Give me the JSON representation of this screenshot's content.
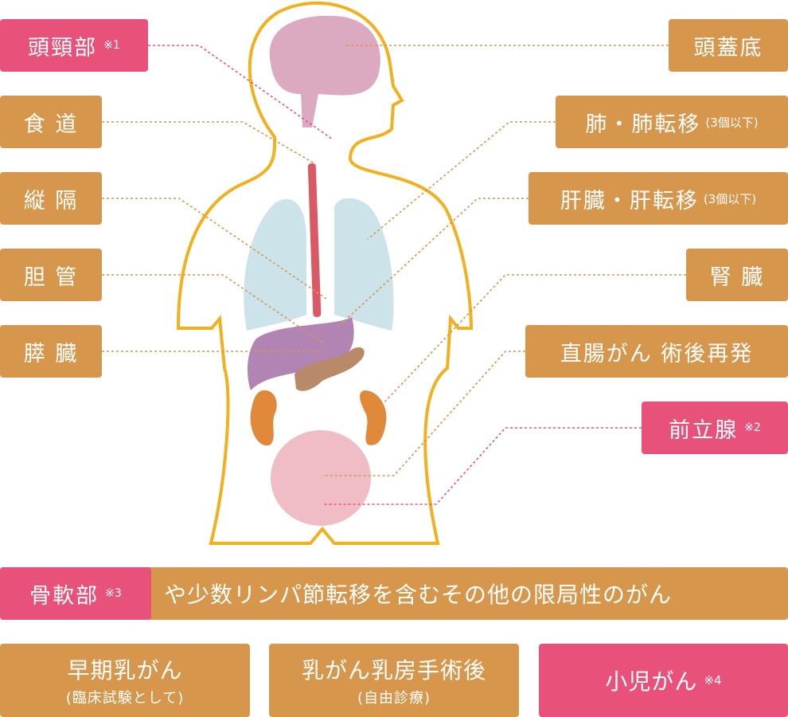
{
  "colors": {
    "orange": "#d6974c",
    "pink": "#e8527a",
    "outline": "#f2b01e"
  },
  "left_labels": [
    {
      "text": "頭頸部",
      "note": "※1"
    },
    {
      "text": "食 道"
    },
    {
      "text": "縦 隔"
    },
    {
      "text": "胆 管"
    },
    {
      "text": "膵 臓"
    }
  ],
  "right_labels": [
    {
      "text": "頭蓋底"
    },
    {
      "text": "肺・肺転移",
      "sub": "(3個以下)"
    },
    {
      "text": "肝臓・肝転移",
      "sub": "(3個以下)"
    },
    {
      "text": "腎 臓"
    },
    {
      "text": "直腸がん 術後再発"
    },
    {
      "text": "前立腺",
      "note": "※2"
    }
  ],
  "bottom_bar": {
    "highlight": "骨軟部",
    "note": "※3",
    "text": "や少数リンパ節転移を含むその他の限局性のがん"
  },
  "bottom_boxes": [
    {
      "title": "早期乳がん",
      "sub": "(臨床試験として)"
    },
    {
      "title": "乳がん乳房手術後",
      "sub": "(自由診療)"
    },
    {
      "title": "小児がん",
      "note": "※4"
    }
  ]
}
